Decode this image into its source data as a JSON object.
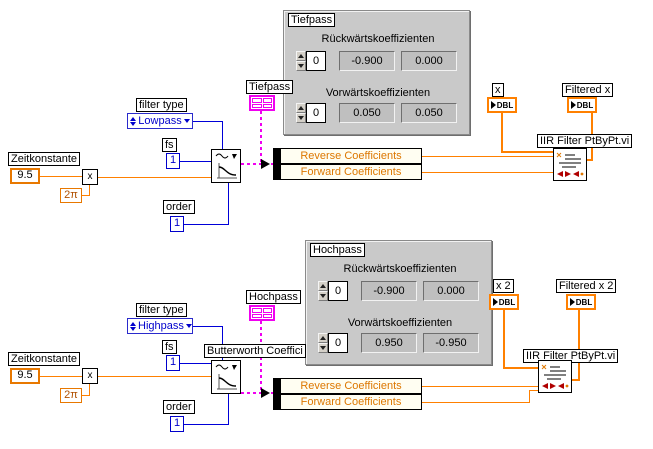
{
  "colors": {
    "dbl_orange": "#ff8000",
    "int_blue": "#0000d8",
    "cluster_magenta": "#f000f0",
    "bundle_text_orange": "#dd7700",
    "panel_gray": "#c9c9c9"
  },
  "sections": [
    {
      "cluster": {
        "title": "Tiefpass",
        "backward_label": "Rückwärtskoeffizienten",
        "forward_label": "Vorwärtskoeffizienten",
        "backward_index": "0",
        "forward_index": "0",
        "backward_values": [
          "-0.900",
          "0.000"
        ],
        "forward_values": [
          "0.050",
          "0.050"
        ]
      },
      "terminal_label": "Tiefpass",
      "filter_type": {
        "label": "filter type",
        "value": "Lowpass"
      },
      "zeitkonstante": {
        "label": "Zeitkonstante",
        "value": "9.5"
      },
      "pi_const": "2π",
      "multiply_glyph": "x",
      "fs": {
        "label": "fs",
        "value": "1"
      },
      "order": {
        "label": "order",
        "value": "1"
      },
      "bundle": {
        "row1": "Reverse Coefficients",
        "row2": "Forward Coefficients"
      },
      "x_terminal": {
        "label": "x",
        "type": "DBL"
      },
      "out_terminal": {
        "label": "Filtered x",
        "type": "DBL"
      },
      "iir_label": "IIR Filter PtByPt.vi"
    },
    {
      "cluster": {
        "title": "Hochpass",
        "backward_label": "Rückwärtskoeffizienten",
        "forward_label": "Vorwärtskoeffizienten",
        "backward_index": "0",
        "forward_index": "0",
        "backward_values": [
          "-0.900",
          "0.000"
        ],
        "forward_values": [
          "0.950",
          "-0.950"
        ]
      },
      "terminal_label": "Hochpass",
      "filter_type": {
        "label": "filter type",
        "value": "Highpass"
      },
      "zeitkonstante": {
        "label": "Zeitkonstante",
        "value": "9.5"
      },
      "pi_const": "2π",
      "multiply_glyph": "x",
      "fs": {
        "label": "fs",
        "value": "1"
      },
      "order": {
        "label": "order",
        "value": "1"
      },
      "vi_label": "Butterworth Coeffici",
      "bundle": {
        "row1": "Reverse Coefficients",
        "row2": "Forward Coefficients"
      },
      "x_terminal": {
        "label": "x 2",
        "type": "DBL"
      },
      "out_terminal": {
        "label": "Filtered x 2",
        "type": "DBL"
      },
      "iir_label": "IIR Filter PtByPt.vi"
    }
  ]
}
